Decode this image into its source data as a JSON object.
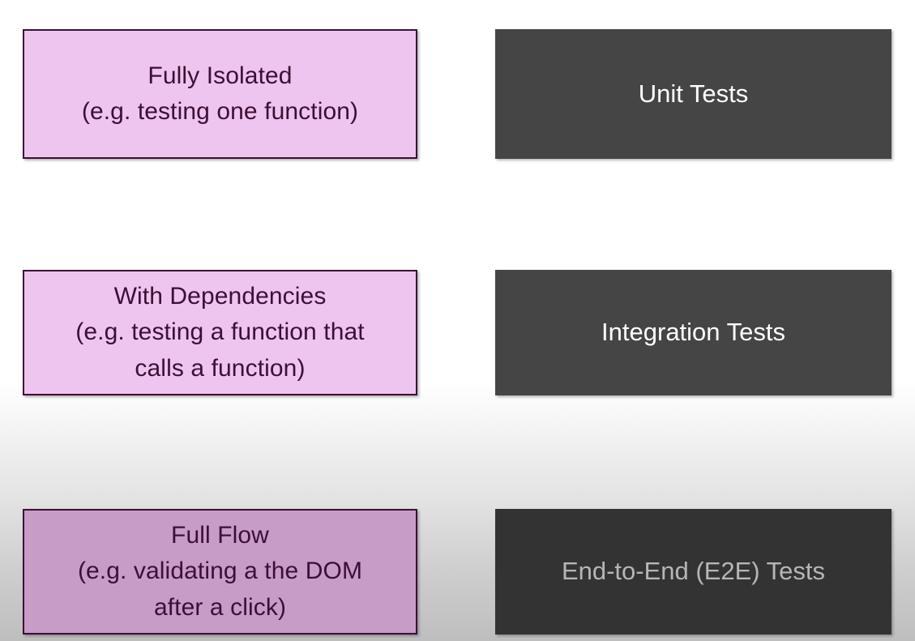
{
  "slide": {
    "background": {
      "top_color": "#ffffff",
      "bottom_color": "#bebebe",
      "type": "vertical-gradient"
    },
    "colors": {
      "pink_fill_bright": "#eec5ee",
      "pink_fill_dim": "#c79cc7",
      "pink_border": "#3d0f35",
      "pink_text": "#3d0f35",
      "dark_fill_bright": "#454545",
      "dark_fill_dim": "#333333",
      "dark_text_bright": "#ffffff",
      "dark_text_dim": "#b6b6b6"
    }
  },
  "rows": [
    {
      "id": "unit",
      "state": "bright",
      "scope": {
        "title": "Fully Isolated",
        "example": "(e.g. testing one function)",
        "text": "Fully Isolated\n(e.g. testing one function)"
      },
      "category": {
        "label": "Unit Tests"
      }
    },
    {
      "id": "integration",
      "state": "bright",
      "scope": {
        "title": "With Dependencies",
        "example": "(e.g. testing a function that calls a function)",
        "text": "With Dependencies\n(e.g. testing a function that\ncalls a function)"
      },
      "category": {
        "label": "Integration Tests"
      }
    },
    {
      "id": "e2e",
      "state": "dim",
      "scope": {
        "title": "Full Flow",
        "example": "(e.g. validating a the DOM after a click)",
        "text": "Full Flow\n(e.g. validating a the DOM\nafter a click)"
      },
      "category": {
        "label": "End-to-End (E2E) Tests"
      }
    }
  ]
}
